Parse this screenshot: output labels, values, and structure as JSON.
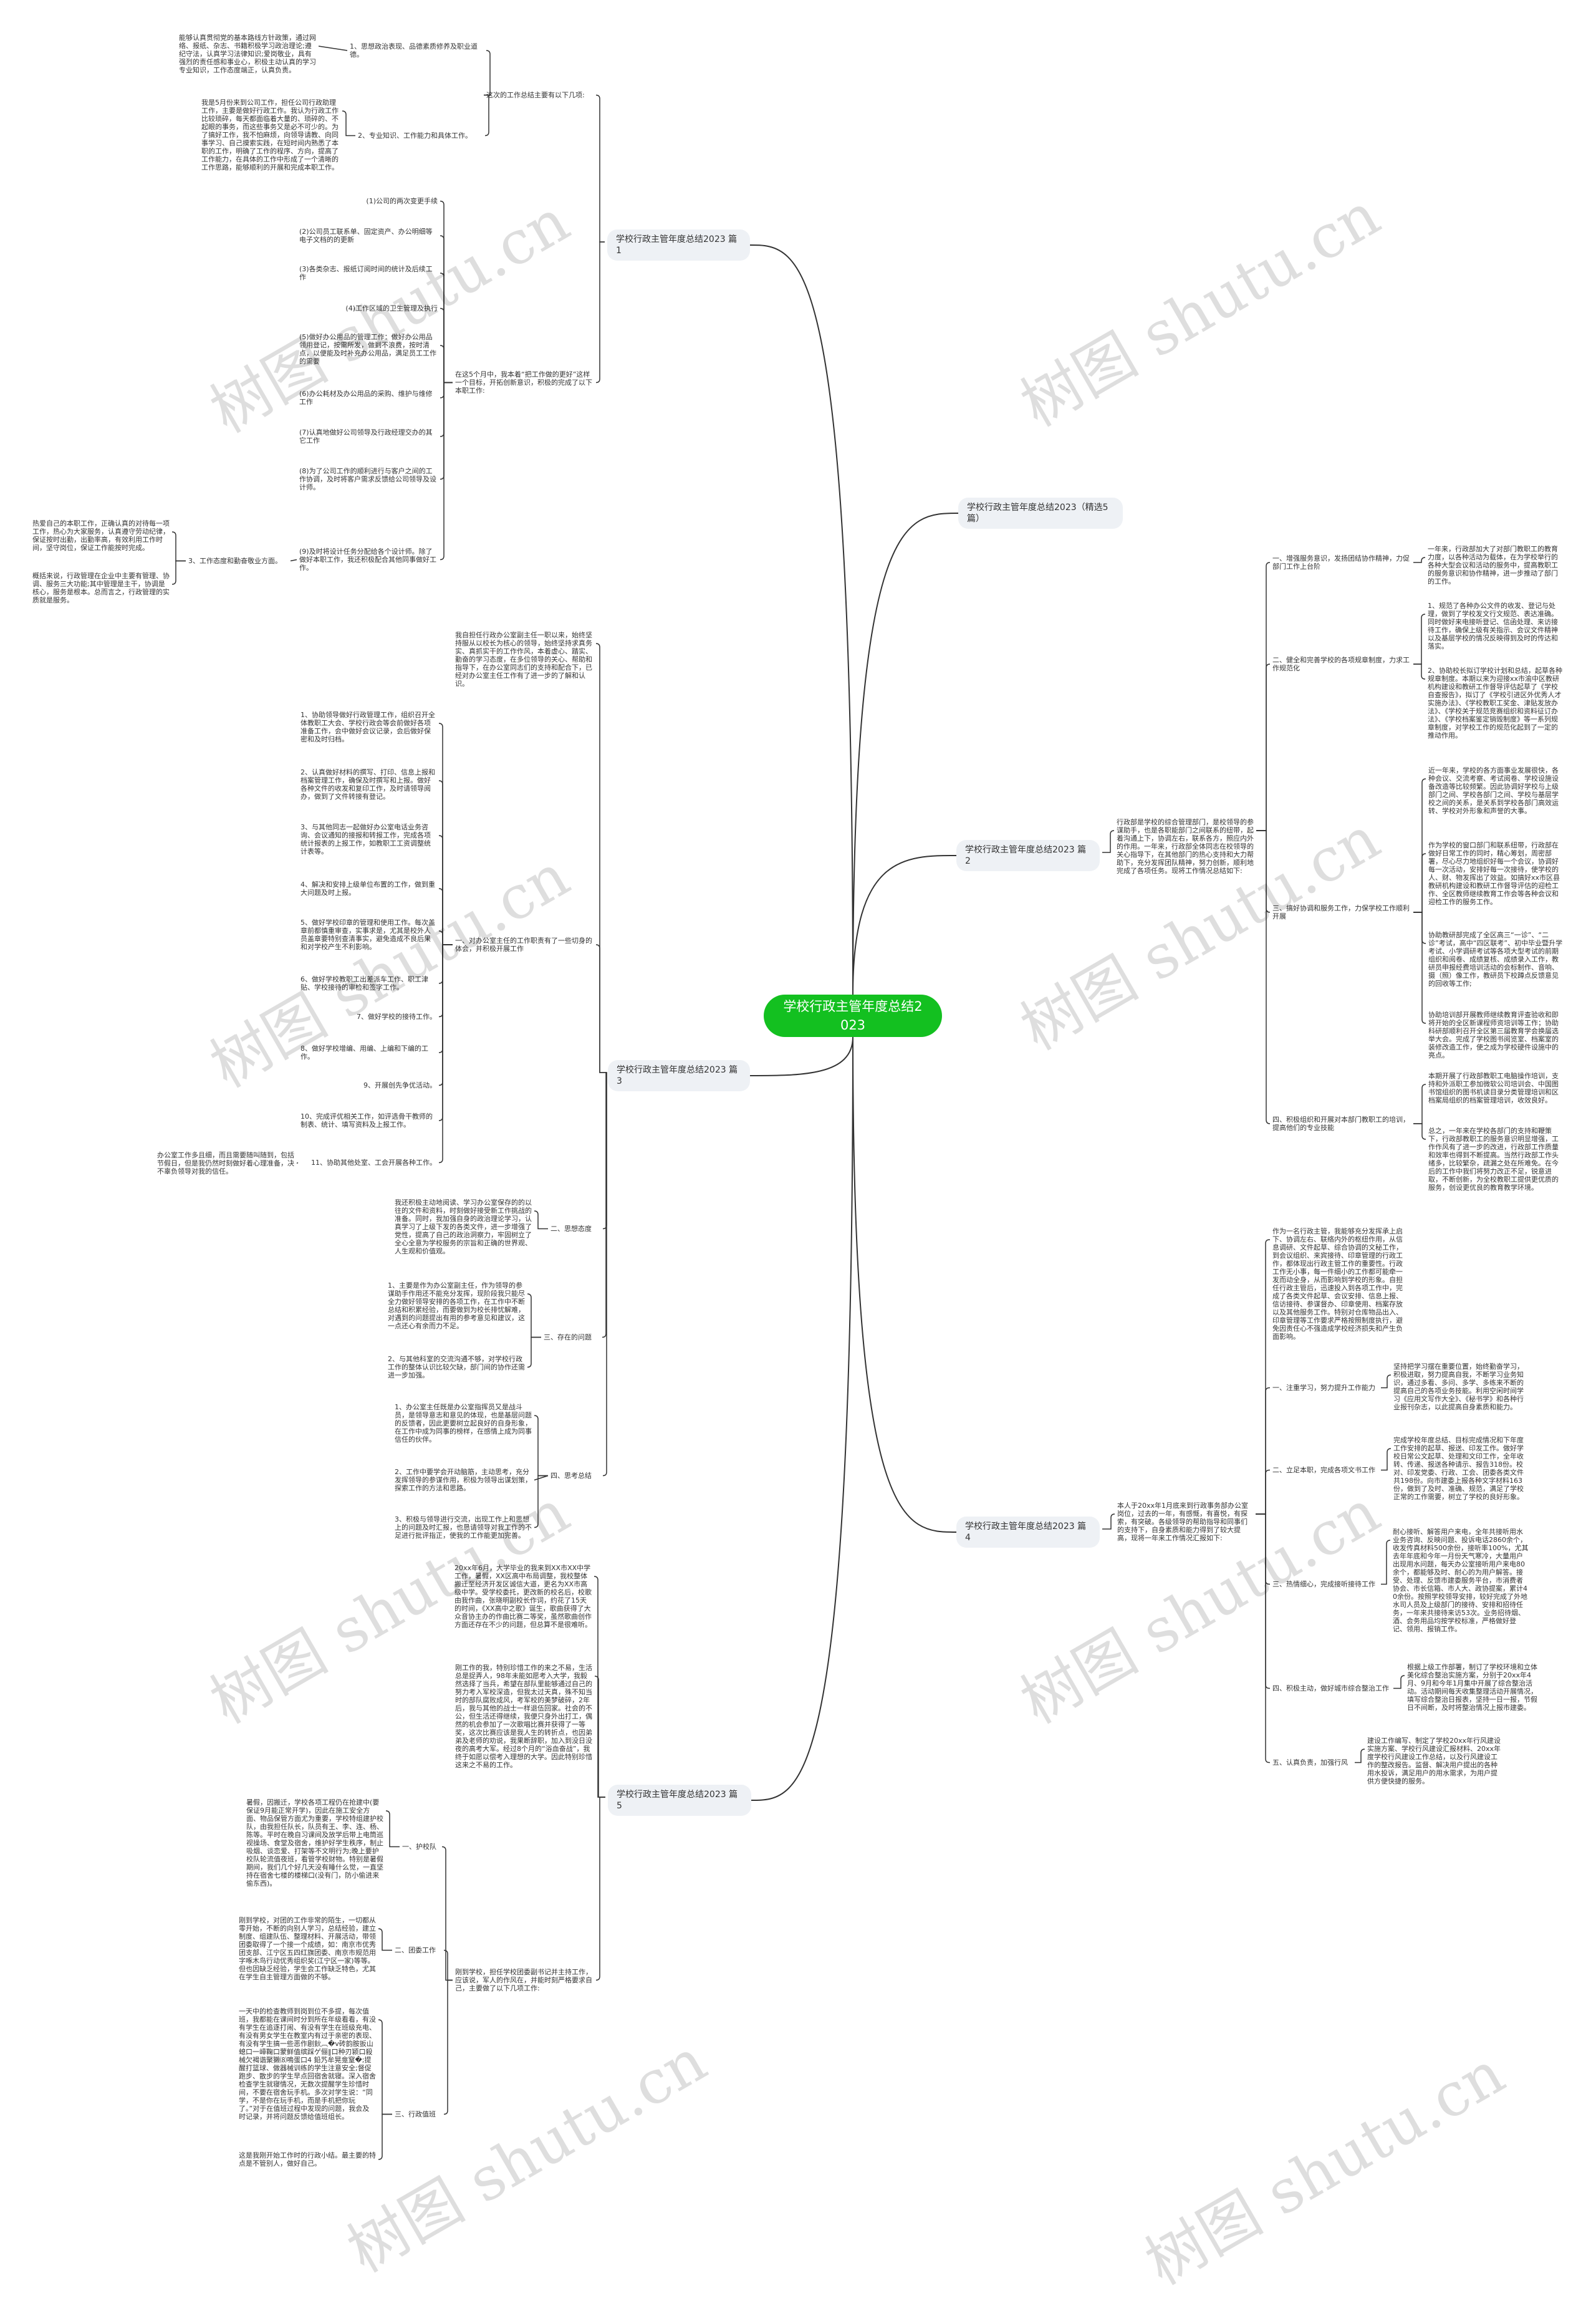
{
  "title": "学校行政主管年度总结2023",
  "watermark": "树图 shutu.cn",
  "featured": {
    "label": "学校行政主管年度总结2023（精选5篇）"
  },
  "p1": {
    "label": "学校行政主管年度总结2023 篇1",
    "s1": {
      "label": "这次的工作总结主要有以下几项:",
      "items": [
        {
          "label": "1、思想政治表现、品德素质修养及职业道德。",
          "detail": "能够认真贯彻党的基本路线方针政策，通过网络、报纸、杂志、书籍积极学习政治理论;遵纪守法，认真学习法律知识;爱岗敬业，具有强烈的责任感和事业心，积极主动认真的学习专业知识，工作态度端正，认真负责。"
        },
        {
          "label": "2、专业知识、工作能力和具体工作。",
          "detail": "我是5月份来到公司工作，担任公司行政助理工作，主要是做好行政工作。我认为行政工作比较琐碎，每天都面临着大量的、琐碎的、不起眼的事务，而这些事务又是必不可少的。为了搞好工作，我不怕麻烦，向领导请教、向同事学习、自己摸索实践，在短时间内熟悉了本职的工作，明确了工作的程序、方向，提高了工作能力，在具体的工作中形成了一个清晰的工作思路，能够顺利的开展和完成本职工作。"
        }
      ]
    },
    "s2": {
      "label": "在这5个月中，我本着“把工作做的更好”这样一个目标，开拓创新意识，积极的完成了以下本职工作:",
      "items": [
        "(1)公司的两次变更手续",
        "(2)公司员工联系单、固定资产、办公明细等电子文档的的更新",
        "(3)各类杂志、报纸订阅时间的统计及后续工作",
        "(4)工作区域的卫生管理及执行",
        "(5)做好办公用品的管理工作：做好办公用品领用登记，按需所发，做到不浪费，按时清点，以便能及时补充办公用品，满足员工工作的需要",
        "(6)办公耗材及办公用品的采购、维护与维修工作",
        "(7)认真地做好公司领导及行政经理交办的其它工作",
        "(8)为了公司工作的顺利进行与客户之间的工作协调，及时将客户需求反馈给公司领导及设计师。",
        "(9)及时将设计任务分配给各个设计师。除了做好本职工作，我还积极配合其他同事做好工作。"
      ],
      "sub": {
        "label": "3、工作态度和勤奋敬业方面。",
        "details": [
          "热爱自己的本职工作，正确认真的对待每一项工作，热心为大家服务，认真遵守劳动纪律，保证按时出勤，出勤率高，有效利用工作时间，坚守岗位，保证工作能按时完成。",
          "概括来说，行政管理在企业中主要有管理、协调、服务三大功能;其中管理是主干，协调是核心，服务是根本。总而言之，行政管理的实质就是服务。"
        ]
      }
    }
  },
  "p2": {
    "label": "学校行政主管年度总结2023 篇2",
    "intro": "行政部是学校的综合管理部门，是校领导的参谋助手，也是各职能部门之间联系的纽带，起着沟通上下，协调左右，联系各方，照应内外的作用。一年来，行政部全体同志在校领导的关心指导下，在其他部门的热心支持和大力帮助下，充分发挥团队精神，努力创新，顺利地完成了各项任务。现将工作情况总结如下:",
    "sections": [
      {
        "label": "一、增强服务意识，发扬团结协作精神，力促部门工作上台阶",
        "details": [
          "一年来，行政部加大了对部门教职工的教育力度，以各种活动为载体，在为学校举行的各种大型会议和活动的服务中，提高教职工的服务意识和协作精神，进一步推动了部门的工作。"
        ]
      },
      {
        "label": "二、健全和完善学校的各项规章制度，力求工作规范化",
        "details": [
          "1、规范了各种办公文件的收发、登记与处理，做到了学校发文行文规范、表达准确。同时做好来电接听登记、信函处理、来访接待工作，确保上级有关指示、会议文件精神以及基层学校的情况反映得到及时的传达和落实。",
          "2、协助校长拟订学校计划和总结，起草各种规章制度。本期以来为迎接xx市渝中区教研机构建设和教研工作督导评估起草了《学校自查报告》，拟订了《学校引进区外优秀人才实施办法》、《学校教职工奖金、津贴发放办法》、《学校关于规范竞赛组织和资料征订办法》、《学校档案鉴定销毁制度》等一系列规章制度，对学校工作的规范化起到了一定的推动作用。"
        ]
      },
      {
        "label": "三、搞好协调和服务工作，力保学校工作顺利开展",
        "details": [
          "近一年来，学校的各方面事业发展很快，各种会议、交流考察、考试阅卷、学校设施设备改造等比较频繁。因此协调好学校与上级部门之间、学校各部门之间、学校与基层学校之间的关系，是关系到学校各部门高效运转、学校对外形象和声誉的大事。",
          "作为学校的窗口部门和联系纽带，行政部在做好日常工作的同时，精心筹划，周密部署，尽心尽力地组织好每一个会议，协调好每一次活动，安排好每一次接待，使学校的人、财、物发挥出了效益。如搞好xx市区县教研机构建设和教研工作督导评估的迎检工作、全区教师继续教育工作会等各种会议和迎检工作的服务工作。",
          "协助教研部完成了全区高三“一诊”、“二诊”考试，高中“四区联考”、初中毕业暨升学考试、小学调研考试等各项大型考试的前期组织和阅卷、成绩复核、成绩录入工作，教研员申报经费培训活动的会标制作、音响、摄（照）像工作，教研员下校蹲点反馈意见的回收等工作;",
          "协助培训部开展教师继续教育评查验收和即将开始的全区新课程师资培训等工作；协助科研部顺利召开全区第三届教育学会换届选举大会。完成了学校图书阅览室、档案室的装修改造工作，使之成为学校硬件设施中的亮点。"
        ]
      },
      {
        "label": "四、积极组织和开展对本部门教职工的培训，提高他们的专业技能",
        "details": [
          "本期开展了行政部教职工电脑操作培训，支持和外派职工参加微软公司培训会、中国图书馆组织的图书机读目录分类管理培训和区档案局组织的档案管理培训，收效良好。",
          "总之，一年来在学校各部门的支持和鞭策下，行政部教职工的服务意识明显增强，工作作风有了进一步的改进，行政部工作质量和效率也得到不断提高。当然行政部工作头绪多，比较繁杂，疏漏之处在所难免。在今后的工作中我们将努力改正不足，锐意进取，不断创新，为全校教职工提供更优质的服务，创设更优良的教育教学环境。"
        ]
      }
    ]
  },
  "p3": {
    "label": "学校行政主管年度总结2023 篇3",
    "intro": "我自担任行政办公室副主任一职以来，始终坚持服从以校长为核心的领导，始终坚持求真务实、真抓实干的工作作风，本着虚心、踏实、勤奋的学习态度，在多位领导的关心、帮助和指导下，在办公室同志们的支持和配合下，已经对办公室主任工作有了进一步的了解和认识。",
    "duties": {
      "label": "一、对办公室主任的工作职责有了一些切身的体会，并积极开展工作",
      "items": [
        "1、协助领导做好行政管理工作，组织召开全体教职工大会、学校行政会等会前做好各项准备工作，会中做好会议记录，会后做好保密和及时归档。",
        "2、认真做好材料的撰写、打印、信息上报和档案管理工作，确保及时撰写和上报。做好各种文件的收发和复印工作，及时请领导阅办，做到了文件转接有登记。",
        "3、与其他同志一起做好办公室电话业务咨询、会议通知的接报和转报工作，完成各项统计报表的上报工作，如教职工工资调整统计表等。",
        "4、解决和安排上级单位布置的工作，做到重大问题及时上报。",
        "5、做好学校印章的管理和使用工作。每次盖章前都慎重审查，实事求是，尤其是校外人员盖章要特别查清事实，避免造成不良后果和对学校产生不利影响。",
        "6、做好学校教职工出差派车工作、职工津贴、学校接待的审检和签字工作。",
        "7、做好学校的接待工作。",
        "8、做好学校增编、用编、上编和下编的工作。",
        "9、开展创先争优活动。",
        "10、完成评优相关工作，如评选骨干教师的制表、统计、填写资料及上报工作。",
        "11、协助其他处室、工会开展各种工作。"
      ],
      "item11_detail": "办公室工作多且细，而且需要随叫随到，包括节假日，但是我仍然时刻做好着心理准备，决不辜负领导对我的信任。"
    },
    "sections": [
      {
        "label": "二、思想态度",
        "details": [
          "我还积极主动地阅读、学习办公室保存的的以往的文件和资料，时刻做好接受新工作挑战的准备。同时，我加强自身的政治理论学习，认真学习了上级下发的各类文件，进一步增强了党性，提高了自己的政治洞察力，牢固树立了全心全意为学校服务的宗旨和正确的世界观、人生观和价值观。"
        ]
      },
      {
        "label": "三、存在的问题",
        "details": [
          "1、主要是作为办公室副主任，作为领导的参谋助手作用还不能充分发挥，现阶段我只能尽全力做好领导安排的各项工作，在工作中不断总结和积累经验，而要做到为校长排忧解难，对遇到的问题提出有用的参考意见和建议，这一点还心有余而力不足。",
          "2、与其他科室的交流沟通不够，对学校行政工作的整体认识比较欠缺，部门间的协作还需进一步加强。"
        ]
      },
      {
        "label": "四、思考总结",
        "details": [
          "1、办公室主任既是办公室指挥员又是战斗员，是领导意志和意见的体现，也是基层问题的反馈者，因此更要树立起良好的自身形象，在工作中成为同事的榜样，在感情上成为同事信任的伙伴。",
          "2、工作中要学会开动脑筋，主动思考，充分发挥领导的参谋作用，积极为领导出谋划策，探索工作的方法和思路。",
          "3、积极与领导进行交流，出现工作上和思想上的问题及时汇报，也恳请领导对我工作的不足进行批评指正，使我的工作能更加完善。"
        ]
      }
    ]
  },
  "p4": {
    "label": "学校行政主管年度总结2023 篇4",
    "intro": "本人于20xx年1月底来到行政事务部办公室岗位，过去的一年，有感慨，有喜悦，有探索，有突破。各级领导的帮助指导和同事们的支持下，自身素质和能力得到了较大提高，现将一年来工作情况汇报如下:",
    "overview": "作为一名行政主管，我能够充分发挥承上启下、协调左右、联络内外的枢纽作用，从信息调研、文件起草、综合协调的文秘工作，到会议组织、来宾接待、印章管理的行政工作，都体现出行政主管工作的重要性。行政工作无小事，每一件细小的工作都可能牵一发而动全身，从而影响到学校的形象。自担任行政主管后，迅速投入到各项工作中，完成了各类文件起草、会议安排、信息上报、信访接待、参谋督办、印章使用、档案存放以及其他服务工作。特别对仓库物品出入、印章管理等工作要求严格按照制度执行，避免因责任心不强造成学校经济损失和产生负面影响。",
    "sections": [
      {
        "label": "一、注重学习，努力提升工作能力",
        "detail": "坚持把学习摆在重要位置，始终勤奋学习，积极进取，努力提高自我，不断学习业务知识，通过多看、多问、多学、多练来不断的提高自己的各项业务技能。利用空闲时间学习《应用文写作大全》、《秘书学》和各种行业报刊杂志，以此提高自身素质和能力。"
      },
      {
        "label": "二、立足本职，完成各项文书工作",
        "detail": "完成学校年度总结、目标完成情况和下年度工作安排的起草、报送、印发工作。做好学校日常公文起草、处理和文印工作，全年收转、传递、报送各种请示、报告318份。校对、印发党委、行政、工会、团委各类文件共198份。向市建委上报各种文字材料163份，做到了及时、准确、规范，满足了学校正常的工作需要，树立了学校的良好形象。"
      },
      {
        "label": "三、热情细心，完成接听接待工作",
        "detail": "耐心接听、解答用户来电，全年共接听用水业务咨询、反映问题、投诉电话2860余个，收发传真材料500余份，接听率100%，尤其去年年底和今年一月份天气寒冷，大量用户出现用水问题，每天办公室接听用户来电80余个，都能够及时、耐心的为用户解答。接受、处理、反馈市建委服务平台，市消费者协会、市长信箱、市人大、政协提案，累计40余份。按照学校领导安排，较好完成了外地水司人员及上级部门的接待、安排和招待任务，一年来共接待来访53次。业务招待烟、酒、会务用品均按学校标准，严格做好登记、领用、报销工作。"
      },
      {
        "label": "四、积极主动，做好城市综合整治工作",
        "detail": "根据上级工作部署，制订了学校环境和立体美化综合整治实施方案，分别于20xx年4月、9月和今年1月集中开展了综合整治活动。活动期间每天收集整理活动开展情况，填写综合整治日报表，坚持一日一报，节假日不间断，及时将整治情况上报市建委。"
      },
      {
        "label": "五、认真负责，加强行风",
        "detail": "建设工作编写、制定了学校20xx年行风建设实施方案、学校行风建设汇报材料、20xx年度学校行风建设工作总结，以及行风建设工作的整改报告。监督、解决用户提出的各种用水投诉，满足用户的用水需求，为用户提供方便快捷的服务。"
      }
    ]
  },
  "p5": {
    "label": "学校行政主管年度总结2023 篇5",
    "paragraphs": [
      "20xx年6月，大学毕业的我来到XX市XX中学工作，暑假，XX区高中布局调整，我校整体搬迁至经济开发区诚信大道，更名为XX市高级中学。受学校委托，更改新的校名后，校歌由我作曲，张晓明副校长作词，约花了15天的时间，《XX高中之歌》诞生，歌曲获得了大众音协主办的作曲比赛二等奖，虽然歌曲创作方面还存在不少的问题，但总算不是很难听。",
      "刚工作的我，特别珍惜工作的来之不易，生活总是捉弄人，98年未能如愿考入大学，我毅然选择了当兵，希望在部队里能够通过自己的努力考入军校深造，但我太过天真，殊不知当时的部队腐败成风，考军校的美梦破碎，2年后，我与其他的战士一样退伍回家。社会的不公，但生活还得继续，我便只身外出打工，偶然的机会参加了一次歌唱比赛并获得了一等奖，这次比赛应该是我人生的转折点，也因弟弟及老师的劝说，我果断辞职，加入到没日没夜的高考大军。经过8个月的“浴血奋战”，我终于如愿以偿考入理想的大学。因此特别珍惜这来之不易的工作。"
    ],
    "work": {
      "label": "刚到学校，担任学校团委副书记并主持工作，应该说，军人的作风在，并能时刻严格要求自己，主要做了以下几项工作:",
      "sections": [
        {
          "label": "一、护校队",
          "details": [
            "暑假，因搬迁，学校各项工程仍在抢建中(要保证9月能正常开学)，因此在施工安全方面、物品保管方面尤为重要，学校特组建护校队，由我担任队长，队员有王、李、连、杨、陈等。平时在晚自习课间及放学后带上电筒巡视操场、食堂及宿舍，维护好学生秩序，制止吸烟、谈恋爱、打架等不文明行为;晚上要护校队轮流值夜班，看管学校财物。特别是暑假期间，我们几个好几天没有睡什么觉，一直坚持在宿舍七楼的楼梯口(没有门，防小偷进来偷东西)。"
          ]
        },
        {
          "label": "二、团委工作",
          "details": [
            "刚到学校，对团的工作非常的陌生，一切都从零开始，不断的向别人学习，总结经验，建立制度、组建队伍、整理材料、开展活动，带领团委取得了一个接一个成绩，如：南京市优秀团支部、江宁区五四红旗团委、南京市规范用字啄木鸟行动优秀组织奖(江宁区一家)等等。但也因缺乏经验，学生会工作缺乏特色，尤其在学生自主管理方面做的不够。"
          ]
        },
        {
          "label": "三、行政值班",
          "details": [
            "一天中的检查教师到岗到位不多提，每次值班，我都能在课间时分到所在年级看看，有没有学生在追逐打闹、有没有学生在班级充电、有没有男女学生在教室内有过于亲密的表现、有没有学生搞一些恶作剧鈥︹�v砖韵胺扳山螅口一嶂鞠口蒙鲜值缤踩ゲ俪‖口种刃颍口殺械欠褐谐聚獭⑻鳴蛋口4 鉛艿牟晃龛窒�;提醒打篮球、做器械训练的学生注意安全;督促跑步、散步的学生早点回宿舍就寝。深入宿舍检查学生就寝情况，无数次提醒学生珍惜时间，不要在宿舍玩手机。多次对学生说：“同学，不是你在玩手机，而是手机把你玩了。”对于在值班过程中发现的问题，我会及时记录，并将问题反馈给值班组长。",
            "这是我刚开始工作时的行政小结。最主要的特点是不管别人，做好自己。"
          ]
        }
      ]
    }
  },
  "colors": {
    "center": "#13c020",
    "branch_bg": "#eef1f5",
    "line": "#333333",
    "text": "#333333"
  }
}
